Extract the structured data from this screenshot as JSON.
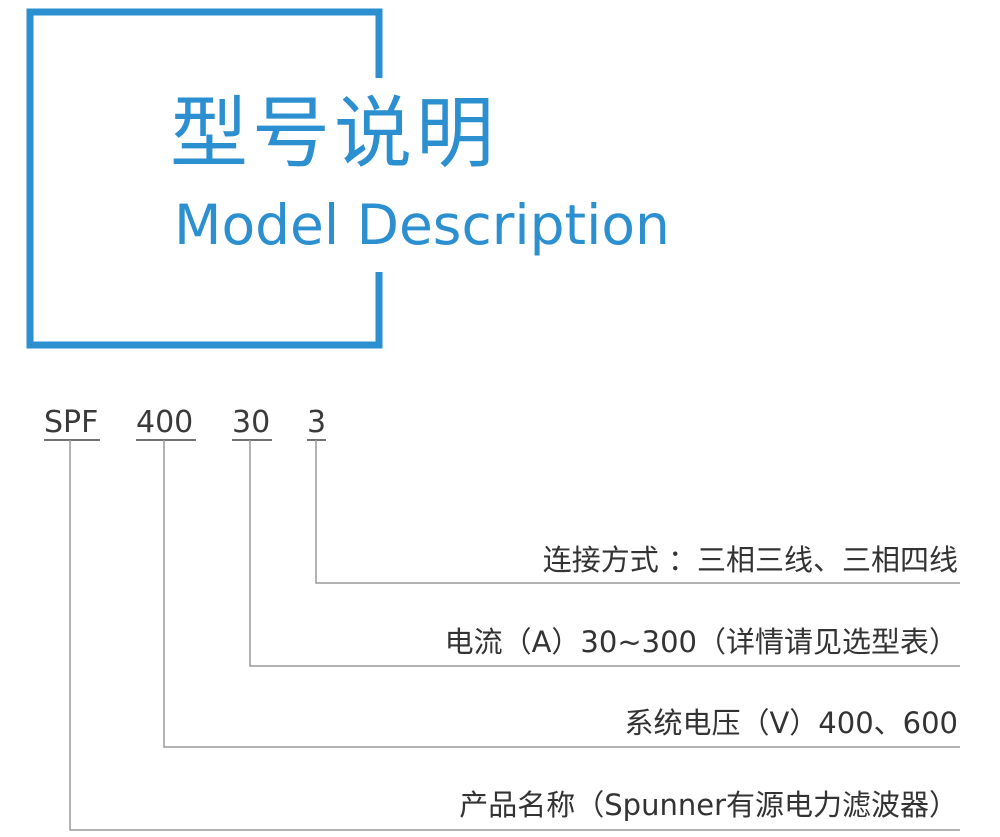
{
  "heading": {
    "title_cn": "型号说明",
    "title_en": "Model Description"
  },
  "model_code": {
    "parts": [
      "SPF",
      "400",
      "30",
      "3"
    ]
  },
  "descriptions": [
    "连接方式 ：三相三线、三相四线",
    "电流（A）30~300（详情请见选型表）",
    "系统电压（V）400、600",
    "产品名称（Spunner有源电力滤波器）"
  ],
  "colors": {
    "accent": "#2b8fd0",
    "text": "#333333",
    "line": "#9a9a9a"
  }
}
